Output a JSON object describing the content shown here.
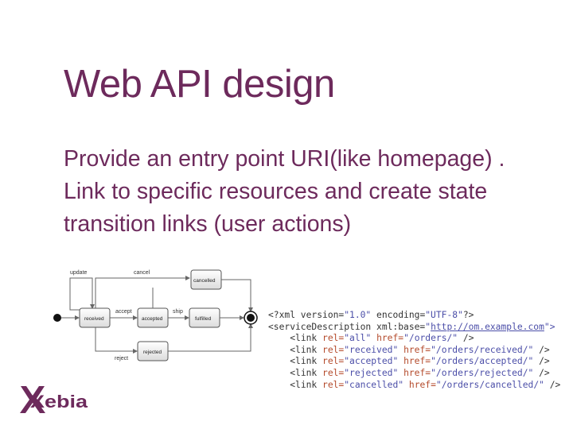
{
  "slide": {
    "title": "Web API design",
    "body": "Provide an entry point URI(like homepage) . Link to specific resources and create state transition links (user actions)"
  },
  "diagram": {
    "labels": {
      "update": "update",
      "cancel": "cancel",
      "accept": "accept",
      "ship": "ship",
      "reject": "reject"
    },
    "states": {
      "received": "received",
      "accepted": "accepted",
      "fulfilled": "fulfilled",
      "cancelled": "cancelled",
      "rejected": "rejected"
    }
  },
  "code": {
    "line1": {
      "a": "<?xml version=",
      "b": "\"1.0\"",
      "c": " encoding=",
      "d": "\"UTF-8\"",
      "e": "?>"
    },
    "line2": {
      "a": "<serviceDescription xml:base=",
      "b": "\"",
      "c": "http://om.example.com",
      "d": "\">"
    },
    "links": [
      {
        "rel": "\"all\"",
        "href": "\"/orders/\""
      },
      {
        "rel": "\"received\"",
        "href": "\"/orders/received/\""
      },
      {
        "rel": "\"accepted\"",
        "href": "\"/orders/accepted/\""
      },
      {
        "rel": "\"rejected\"",
        "href": "\"/orders/rejected/\""
      },
      {
        "rel": "\"cancelled\"",
        "href": "\"/orders/cancelled/\""
      }
    ],
    "link_open": "<link ",
    "rel_kw": "rel=",
    "href_kw": "href=",
    "close": " />"
  },
  "logo": {
    "text": "Xebia",
    "color": "#6d2a5c"
  }
}
